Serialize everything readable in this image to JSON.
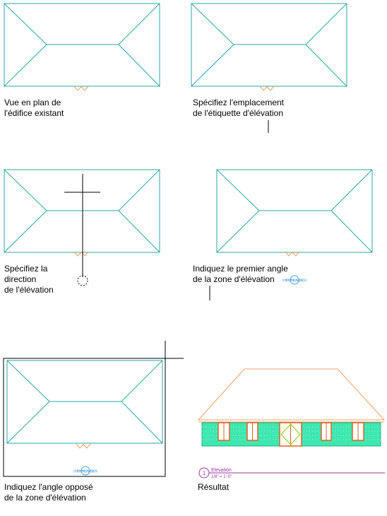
{
  "colors": {
    "roof": "#2aa7a7",
    "door_marker": "#f0a060",
    "crosshair": "#000000",
    "tag": "#4aa3e0",
    "facade_fill": "#3ee8b0",
    "roof_elevation": "#f0a060",
    "title_mark": "#993399",
    "window_frame": "#e06020",
    "glass": "#88cc00"
  },
  "steps": [
    {
      "id": "step-1",
      "caption": [
        "Vue en plan de",
        "l'édifice existant"
      ]
    },
    {
      "id": "step-2",
      "caption": [
        "Spécifiez l'emplacement",
        "de l'étiquette d'élévation"
      ]
    },
    {
      "id": "step-3",
      "caption": [
        "Spécifiez la",
        "direction",
        "de l'élévation"
      ]
    },
    {
      "id": "step-4",
      "caption": [
        "Indiquez le premier angle",
        "de la zone d'élévation"
      ]
    },
    {
      "id": "step-5",
      "caption": [
        "Indiquez l'angle opposé",
        "de la zone d'élévation"
      ]
    },
    {
      "id": "step-6",
      "caption": [
        "Résultat"
      ]
    }
  ],
  "tag_label": "VIEWNUMBER",
  "result_title": {
    "number": "1",
    "name": "Elevation",
    "scale": "1/8\" = 1'-0\""
  }
}
